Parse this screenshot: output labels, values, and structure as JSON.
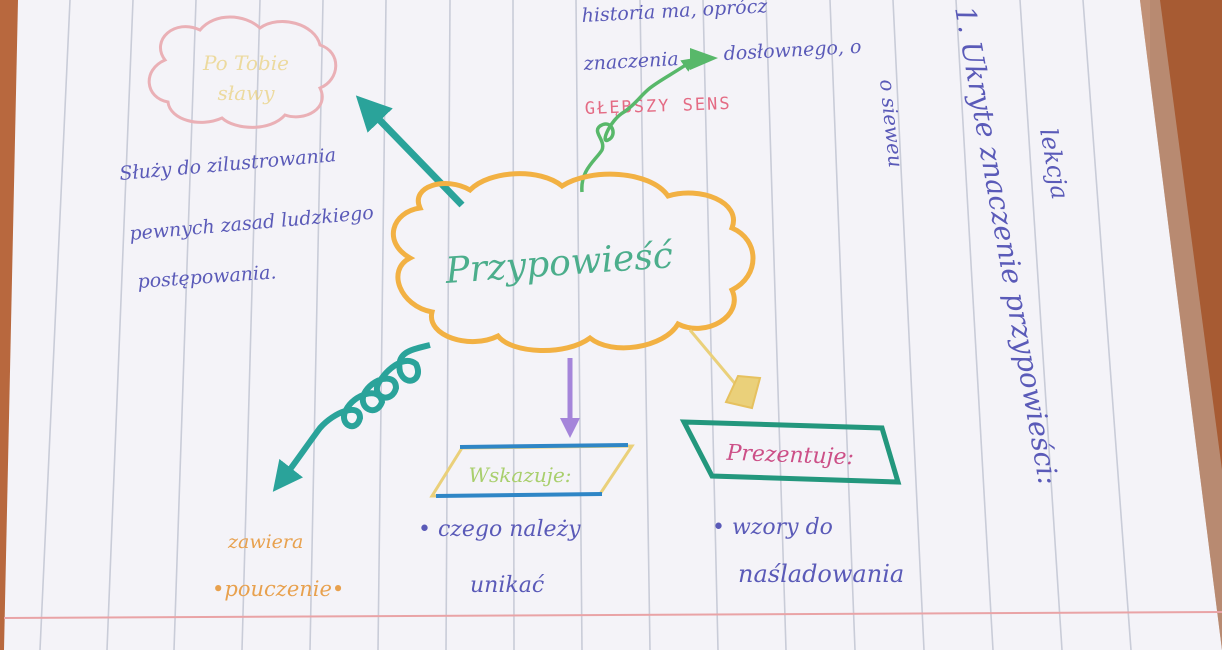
{
  "photo": {
    "center_word": "Przypowieść",
    "top_left_cloud": [
      "Po Tobie",
      "sławy"
    ],
    "left_note": [
      "Służy do zilustrowania",
      "pewnych zasad ludzkiego",
      "postępowania."
    ],
    "top_note": [
      "historia ma, oprócz",
      "znaczenia",
      "dosłownego, o",
      "GŁĘBSZY SENS"
    ],
    "bottom_left": [
      "zawiera",
      "•pouczenie•"
    ],
    "box_wskazuje": "Wskazuje:",
    "wskazuje_items": [
      "• czego należy",
      "unikać"
    ],
    "box_prezentuje": "Prezentuje:",
    "prezentuje_items": [
      "• wzory do",
      "naśladowania"
    ],
    "right_margin": [
      "1. Ukryte znaczenie przypowieści:",
      "o sieweu",
      "lekcja"
    ],
    "colors": {
      "paper": "#f4f3f8",
      "rule_line": "#c9ccd8",
      "margin_line": "#e9a3a6",
      "cloud": "#f2b143",
      "teal": "#2aa39a",
      "green": "#58b86a",
      "purple": "#8e68c8",
      "yellow": "#ead07a",
      "blue_ink": "#4c4fb5",
      "orange_ink": "#e8a14e",
      "pink": "#e46b84",
      "box_blue": "#2f86c6",
      "box_green": "#23977d"
    }
  }
}
